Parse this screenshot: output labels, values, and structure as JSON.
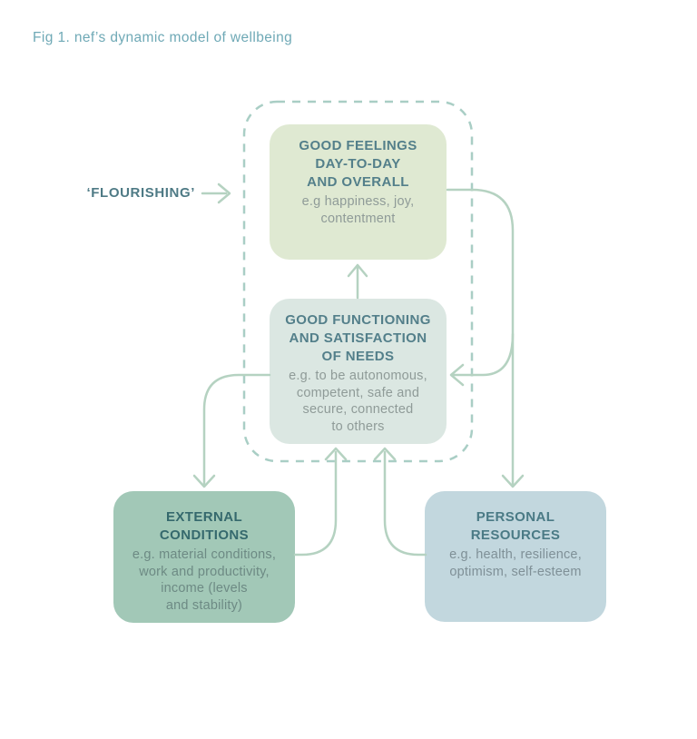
{
  "figure": {
    "title": "Fig 1. nef’s dynamic model of wellbeing"
  },
  "labels": {
    "flourishing": "‘FLOURISHING’"
  },
  "boxes": {
    "good_feelings": {
      "heading": "GOOD FEELINGS\nDAY-TO-DAY\nAND OVERALL",
      "body": "e.g happiness, joy,\ncontentment"
    },
    "good_functioning": {
      "heading": "GOOD FUNCTIONING\nAND SATISFACTION\nOF NEEDS",
      "body": "e.g. to be autonomous,\ncompetent, safe and\nsecure, connected\nto others"
    },
    "external_conditions": {
      "heading": "EXTERNAL\nCONDITIONS",
      "body": "e.g. material conditions,\nwork and productivity,\nincome (levels\nand stability)"
    },
    "personal_resources": {
      "heading": "PERSONAL\nRESOURCES",
      "body": "e.g. health, resilience,\noptimism, self-esteem"
    }
  },
  "colors": {
    "title_text": "#6fa9b6",
    "flourishing_text": "#4e7a85",
    "heading_text": "#537f8a",
    "external_heading_text": "#35696d",
    "body_text": "#8f9b98",
    "external_body_text": "#6d8a84",
    "personal_body_text": "#7f9097",
    "arrow": "#b5d2c1",
    "dashed_border": "#a9cec5",
    "good_feelings_fill": "#dfe9d2",
    "good_functioning_fill": "#dbe7e2",
    "external_conditions_fill": "#a2c8b7",
    "personal_resources_fill": "#c2d7de"
  }
}
